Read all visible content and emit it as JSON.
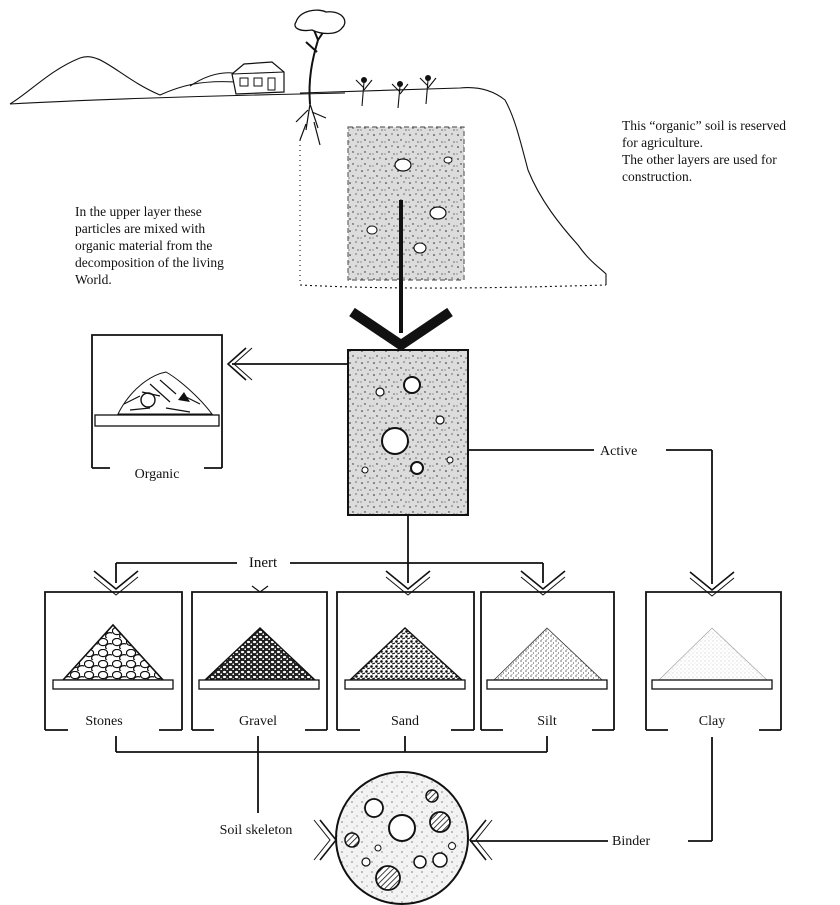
{
  "notes": {
    "right_line1": "This “organic” soil is reserved",
    "right_line2": "for agriculture.",
    "right_line3": "The other layers are used for",
    "right_line4": "construction.",
    "left_line1": "In the upper layer these",
    "left_line2": "particles are mixed with",
    "left_line3": "organic material from the",
    "left_line4": "decomposition of the living",
    "left_line5": "World."
  },
  "labels": {
    "organic": "Organic",
    "active": "Active",
    "inert": "Inert",
    "stones": "Stones",
    "gravel": "Gravel",
    "sand": "Sand",
    "silt": "Silt",
    "clay": "Clay",
    "soil_skeleton": "Soil skeleton",
    "binder": "Binder"
  }
}
